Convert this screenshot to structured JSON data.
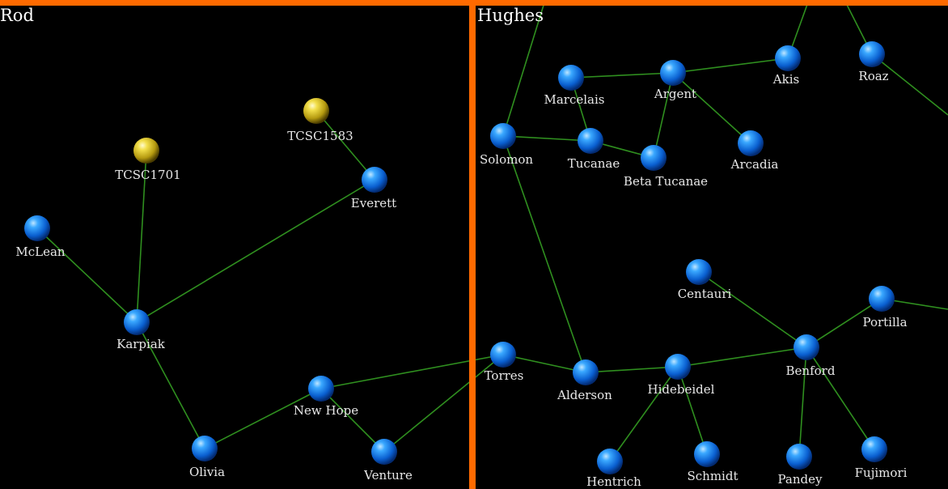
{
  "sectors": [
    {
      "id": "rod",
      "label": "Rod"
    },
    {
      "id": "hughes",
      "label": "Hughes"
    }
  ],
  "colors": {
    "border": "#ff6a00",
    "lane": "#2f8f1f",
    "system_blue": "#1e90ff",
    "system_yellow": "#e0c020",
    "background": "#000000"
  },
  "systems": [
    {
      "id": "tcsc1701",
      "name": "TCSC1701",
      "type": "yellow"
    },
    {
      "id": "tcsc1583",
      "name": "TCSC1583",
      "type": "yellow"
    },
    {
      "id": "everett",
      "name": "Everett",
      "type": "blue"
    },
    {
      "id": "mclean",
      "name": "McLean",
      "type": "blue"
    },
    {
      "id": "karpiak",
      "name": "Karpiak",
      "type": "blue"
    },
    {
      "id": "olivia",
      "name": "Olivia",
      "type": "blue"
    },
    {
      "id": "newhope",
      "name": "New Hope",
      "type": "blue"
    },
    {
      "id": "venture",
      "name": "Venture",
      "type": "blue"
    },
    {
      "id": "torres",
      "name": "Torres",
      "type": "blue"
    },
    {
      "id": "solomon",
      "name": "Solomon",
      "type": "blue"
    },
    {
      "id": "marcelais",
      "name": "Marcelais",
      "type": "blue"
    },
    {
      "id": "argent",
      "name": "Argent",
      "type": "blue"
    },
    {
      "id": "akis",
      "name": "Akis",
      "type": "blue"
    },
    {
      "id": "roaz",
      "name": "Roaz",
      "type": "blue"
    },
    {
      "id": "tucanae",
      "name": "Tucanae",
      "type": "blue"
    },
    {
      "id": "betatucanae",
      "name": "Beta Tucanae",
      "type": "blue"
    },
    {
      "id": "arcadia",
      "name": "Arcadia",
      "type": "blue"
    },
    {
      "id": "centauri",
      "name": "Centauri",
      "type": "blue"
    },
    {
      "id": "portilla",
      "name": "Portilla",
      "type": "blue"
    },
    {
      "id": "benford",
      "name": "Benford",
      "type": "blue"
    },
    {
      "id": "alderson",
      "name": "Alderson",
      "type": "blue"
    },
    {
      "id": "hidebeidel",
      "name": "Hidebeidel",
      "type": "blue"
    },
    {
      "id": "hentrich",
      "name": "Hentrich",
      "type": "blue"
    },
    {
      "id": "schmidt",
      "name": "Schmidt",
      "type": "blue"
    },
    {
      "id": "pandey",
      "name": "Pandey",
      "type": "blue"
    },
    {
      "id": "fujimori",
      "name": "Fujimori",
      "type": "blue"
    }
  ],
  "lanes": [
    [
      "tcsc1701",
      "karpiak"
    ],
    [
      "tcsc1583",
      "everett"
    ],
    [
      "everett",
      "karpiak"
    ],
    [
      "mclean",
      "karpiak"
    ],
    [
      "karpiak",
      "olivia"
    ],
    [
      "olivia",
      "newhope"
    ],
    [
      "newhope",
      "torres"
    ],
    [
      "newhope",
      "venture"
    ],
    [
      "venture",
      "torres"
    ],
    [
      "torres",
      "alderson"
    ],
    [
      "solomon",
      "alderson"
    ],
    [
      "solomon",
      "tucanae"
    ],
    [
      "marcelais",
      "argent"
    ],
    [
      "marcelais",
      "tucanae"
    ],
    [
      "tucanae",
      "betatucanae"
    ],
    [
      "argent",
      "betatucanae"
    ],
    [
      "argent",
      "akis"
    ],
    [
      "argent",
      "arcadia"
    ],
    [
      "alderson",
      "hidebeidel"
    ],
    [
      "hidebeidel",
      "benford"
    ],
    [
      "hidebeidel",
      "hentrich"
    ],
    [
      "hidebeidel",
      "schmidt"
    ],
    [
      "centauri",
      "benford"
    ],
    [
      "benford",
      "portilla"
    ],
    [
      "benford",
      "pandey"
    ],
    [
      "benford",
      "fujimori"
    ]
  ]
}
